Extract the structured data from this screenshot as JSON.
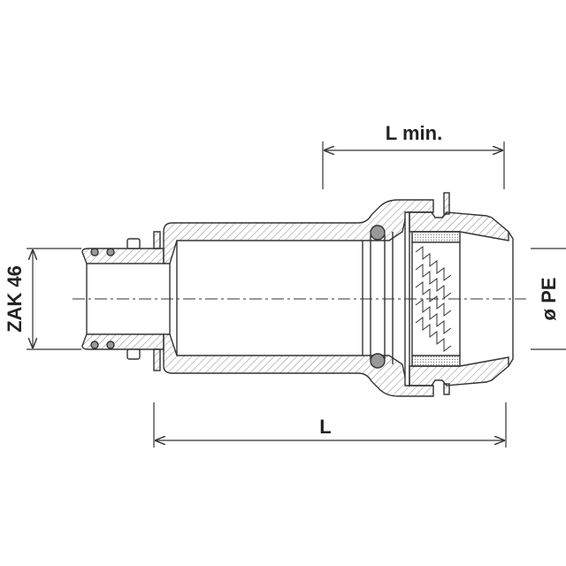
{
  "labels": {
    "l_min": "L min.",
    "l": "L",
    "zak": "ZAK 46",
    "pe": "ø PE"
  },
  "colors": {
    "line": "#333333",
    "hatch": "#777777",
    "seal": "#999999"
  }
}
